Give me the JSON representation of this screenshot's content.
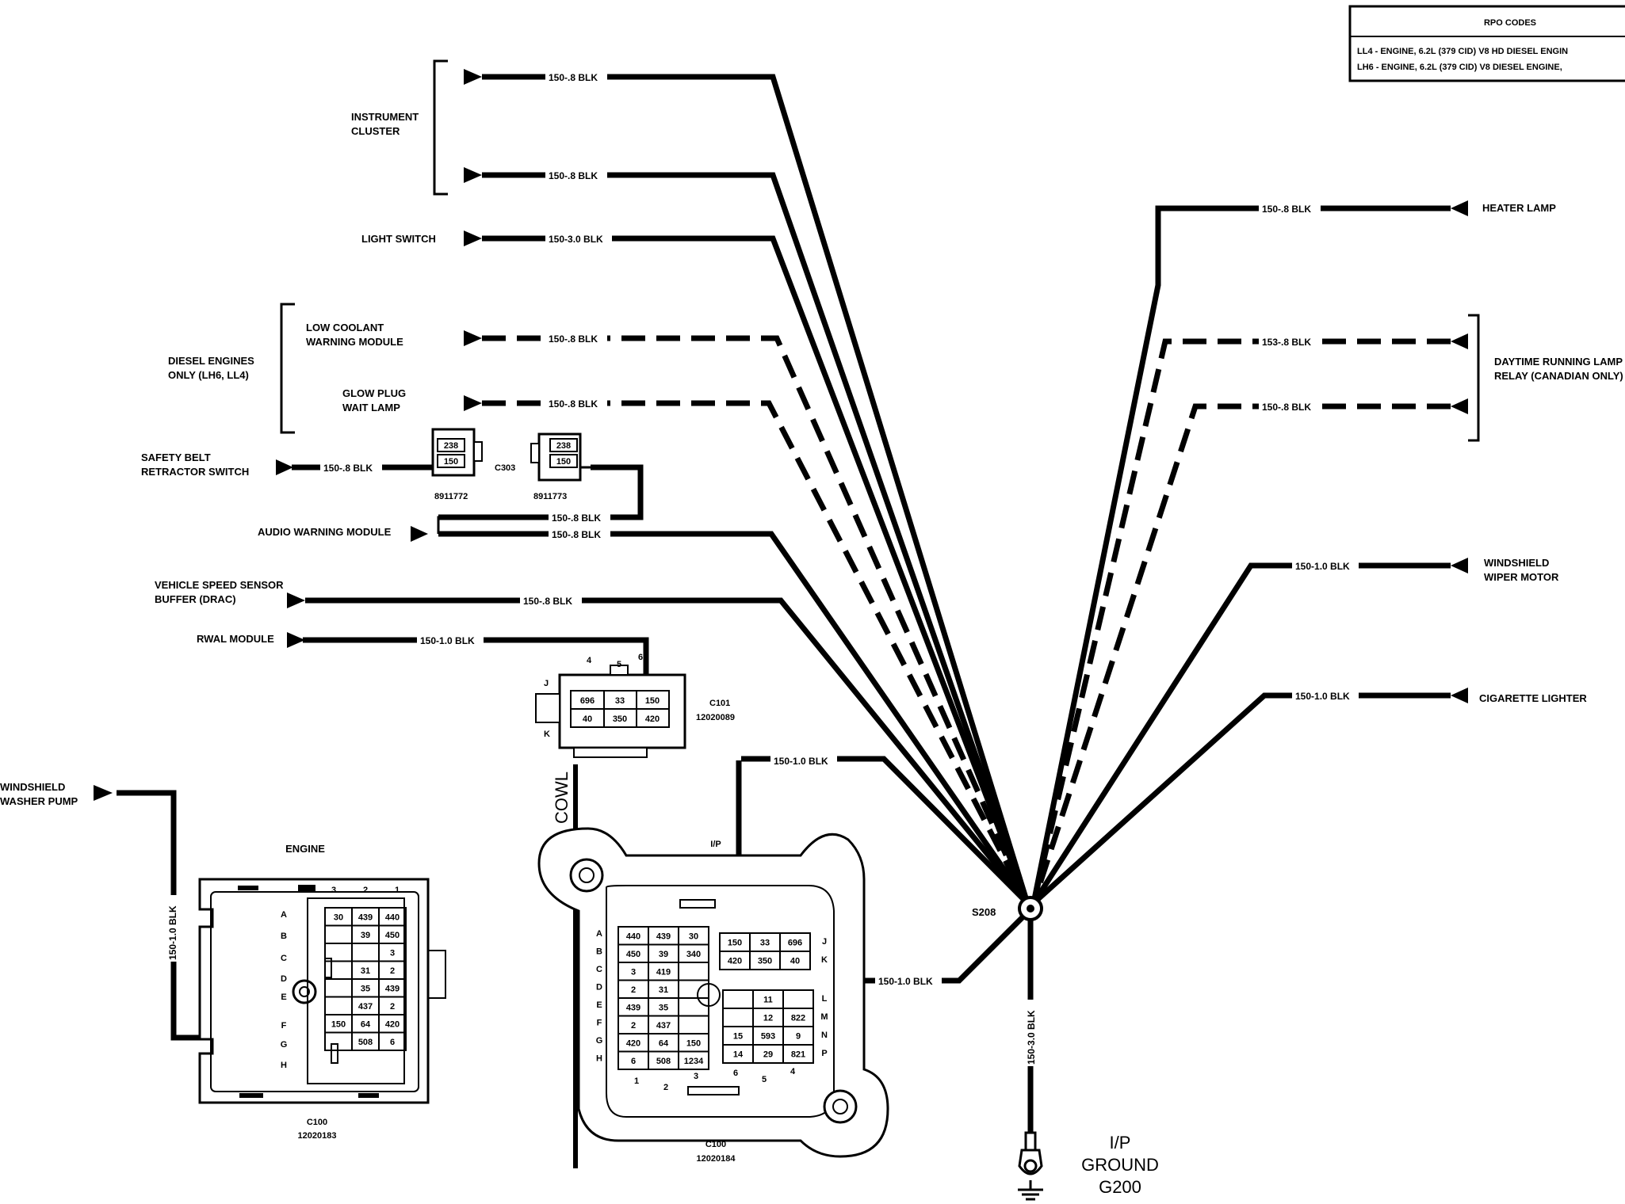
{
  "rpo": {
    "title": "RPO CODES",
    "lines": [
      "LL4 - ENGINE, 6.2L (379 CID) V8 HD DIESEL ENGIN",
      "LH6 - ENGINE, 6.2L (379 CID) V8 DIESEL ENGINE,"
    ]
  },
  "left_components": {
    "instrument_cluster": [
      "INSTRUMENT",
      "CLUSTER"
    ],
    "light_switch": "LIGHT SWITCH",
    "low_coolant": [
      "LOW COOLANT",
      "WARNING MODULE"
    ],
    "glow_plug": [
      "GLOW PLUG",
      "WAIT LAMP"
    ],
    "diesel_only": [
      "DIESEL ENGINES",
      "ONLY (LH6, LL4)"
    ],
    "safety_belt": [
      "SAFETY BELT",
      "RETRACTOR SWITCH"
    ],
    "audio_warning": "AUDIO WARNING MODULE",
    "vss_buffer": [
      "VEHICLE SPEED SENSOR",
      "BUFFER (DRAC)"
    ],
    "rwal": "RWAL MODULE",
    "washer_pump": [
      "WINDSHIELD",
      "WASHER PUMP"
    ]
  },
  "right_components": {
    "heater_lamp": "HEATER LAMP",
    "drl_relay": [
      "DAYTIME RUNNING LAMP",
      "RELAY (CANADIAN ONLY)"
    ],
    "wiper_motor": [
      "WINDSHIELD",
      "WIPER MOTOR"
    ],
    "cig_lighter": "CIGARETTE LIGHTER"
  },
  "wire_labels": {
    "ic1": "150-.8 BLK",
    "ic2": "150-.8 BLK",
    "light": "150-3.0 BLK",
    "coolant": "150-.8 BLK",
    "glow": "150-.8 BLK",
    "belt": "150-.8 BLK",
    "audio1": "150-.8 BLK",
    "audio2": "150-.8 BLK",
    "vss": "150-.8 BLK",
    "rwal": "150-1.0 BLK",
    "heater": "150-.8 BLK",
    "drl1": "153-.8 BLK",
    "drl2": "150-.8 BLK",
    "wiper": "150-1.0 BLK",
    "cig": "150-1.0 BLK",
    "washer": "150-1.0 BLK",
    "ip_c100": "150-1.0 BLK",
    "c100_s": "150-1.0 BLK",
    "ground": "150-3.0 BLK"
  },
  "connectors": {
    "c303": "C303",
    "c303_left_part": "8911772",
    "c303_right_part": "8911773",
    "c303_pins": [
      "238",
      "150"
    ],
    "c101": "C101",
    "c101_part": "12020089",
    "c101_row1": [
      "696",
      "33",
      "150"
    ],
    "c101_row2": [
      "40",
      "350",
      "420"
    ],
    "c101_tab_nums": [
      "4",
      "5",
      "6"
    ],
    "c101_side": [
      "J",
      "K"
    ],
    "c100_engine": "C100",
    "c100_engine_part": "12020183",
    "engine_label": "ENGINE",
    "c100_ip": "C100",
    "c100_ip_part": "12020184",
    "ip_label": "I/P",
    "cowl": "COWL",
    "splice": "S208",
    "ground": [
      "I/P",
      "GROUND",
      "G200"
    ]
  },
  "c100_engine_pins": {
    "cols": [
      "3",
      "2",
      "1"
    ],
    "rows": [
      "A",
      "B",
      "C",
      "D",
      "E",
      "F",
      "G",
      "H"
    ],
    "cells": [
      [
        "30",
        "439",
        "440"
      ],
      [
        "",
        "39",
        "450"
      ],
      [
        "",
        "",
        "3"
      ],
      [
        "",
        "31",
        "2"
      ],
      [
        "",
        "35",
        "439"
      ],
      [
        "",
        "437",
        "2"
      ],
      [
        "150",
        "64",
        "420"
      ],
      [
        "",
        "508",
        "6"
      ]
    ]
  },
  "c100_ip_pins": {
    "rows": [
      "A",
      "B",
      "C",
      "D",
      "E",
      "F",
      "G",
      "H"
    ],
    "left_cells": [
      [
        "440",
        "439",
        "30"
      ],
      [
        "450",
        "39",
        "340"
      ],
      [
        "3",
        "419",
        ""
      ],
      [
        "2",
        "31",
        ""
      ],
      [
        "439",
        "35",
        ""
      ],
      [
        "2",
        "437",
        ""
      ],
      [
        "420",
        "64",
        "150"
      ],
      [
        "6",
        "508",
        "1234"
      ]
    ],
    "top_right": [
      [
        "150",
        "33",
        "696"
      ],
      [
        "420",
        "350",
        "40"
      ]
    ],
    "top_right_rows": [
      "J",
      "K"
    ],
    "bottom_right": [
      [
        "",
        "11",
        ""
      ],
      [
        "",
        "12",
        "822"
      ],
      [
        "15",
        "593",
        "9"
      ],
      [
        "14",
        "29",
        "821"
      ]
    ],
    "bottom_right_rows": [
      "L",
      "M",
      "N",
      "P"
    ],
    "bottom_nums": [
      "1",
      "2",
      "3",
      "6",
      "5",
      "4"
    ]
  }
}
